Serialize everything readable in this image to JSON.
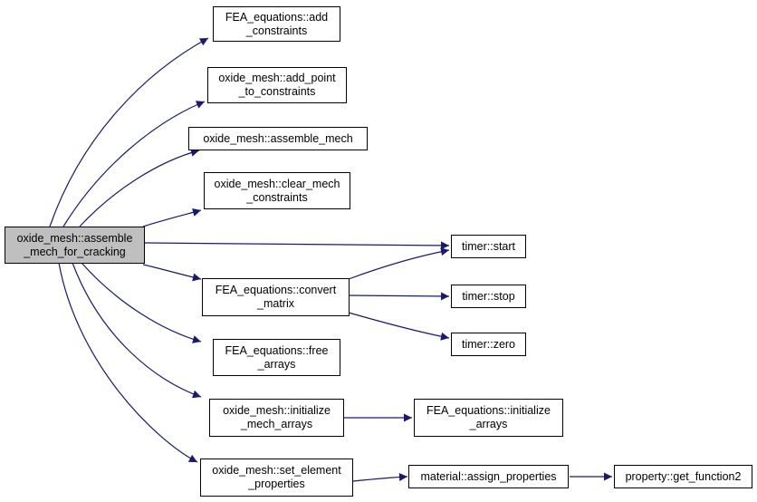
{
  "diagram": {
    "edge_color": "#191970",
    "root_fill": "#bfbfbf",
    "nodes": {
      "root": {
        "line1": "oxide_mesh::assemble",
        "line2": "_mech_for_cracking"
      },
      "fea_add_constraints": {
        "line1": "FEA_equations::add",
        "line2": "_constraints"
      },
      "add_point_to_constraints": {
        "line1": "oxide_mesh::add_point",
        "line2": "_to_constraints"
      },
      "assemble_mech": {
        "line1": "oxide_mesh::assemble_mech"
      },
      "clear_mech_constraints": {
        "line1": "oxide_mesh::clear_mech",
        "line2": "_constraints"
      },
      "convert_matrix": {
        "line1": "FEA_equations::convert",
        "line2": "_matrix"
      },
      "free_arrays": {
        "line1": "FEA_equations::free",
        "line2": "_arrays"
      },
      "initialize_mech_arrays": {
        "line1": "oxide_mesh::initialize",
        "line2": "_mech_arrays"
      },
      "set_element_properties": {
        "line1": "oxide_mesh::set_element",
        "line2": "_properties"
      },
      "timer_start": {
        "line1": "timer::start"
      },
      "timer_stop": {
        "line1": "timer::stop"
      },
      "timer_zero": {
        "line1": "timer::zero"
      },
      "fea_initialize_arrays": {
        "line1": "FEA_equations::initialize",
        "line2": "_arrays"
      },
      "assign_properties": {
        "line1": "material::assign_properties"
      },
      "get_function2": {
        "line1": "property::get_function2"
      }
    }
  }
}
